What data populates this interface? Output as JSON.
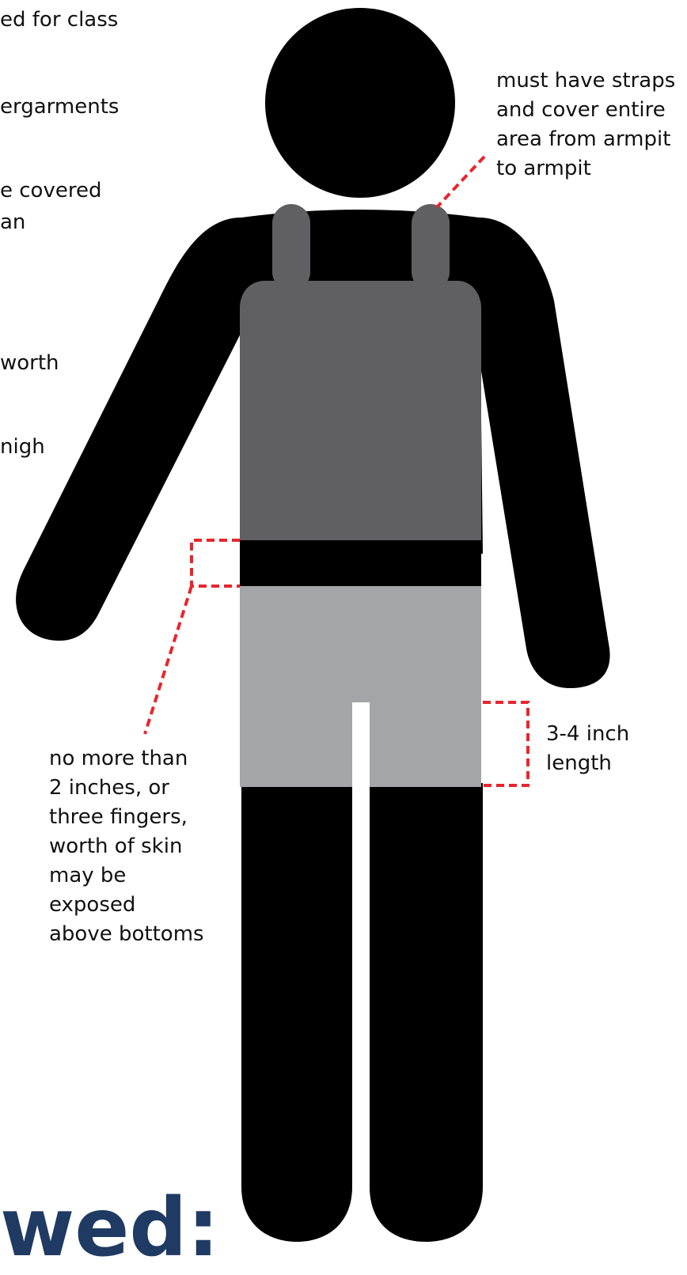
{
  "left_column_fragments": [
    "ed for class",
    "ergarments",
    "e covered",
    " an",
    " worth",
    "nigh"
  ],
  "notes": {
    "top_right": [
      "must have straps",
      "and cover entire",
      "area from armpit",
      "to armpit"
    ],
    "side": [
      "3-4 inch",
      "length"
    ],
    "bottom_left": [
      "no more than",
      "2 inches, or",
      "three fingers,",
      "worth of skin",
      "may be",
      "exposed",
      "above bottoms"
    ]
  },
  "bottom_heading": "wed:",
  "colors": {
    "figure": "#000000",
    "top": "#606062",
    "bottoms": "#a4a5a8",
    "waist_band": "#000000",
    "dashed_callout": "#e8252d",
    "heading": "#1f3a63"
  }
}
